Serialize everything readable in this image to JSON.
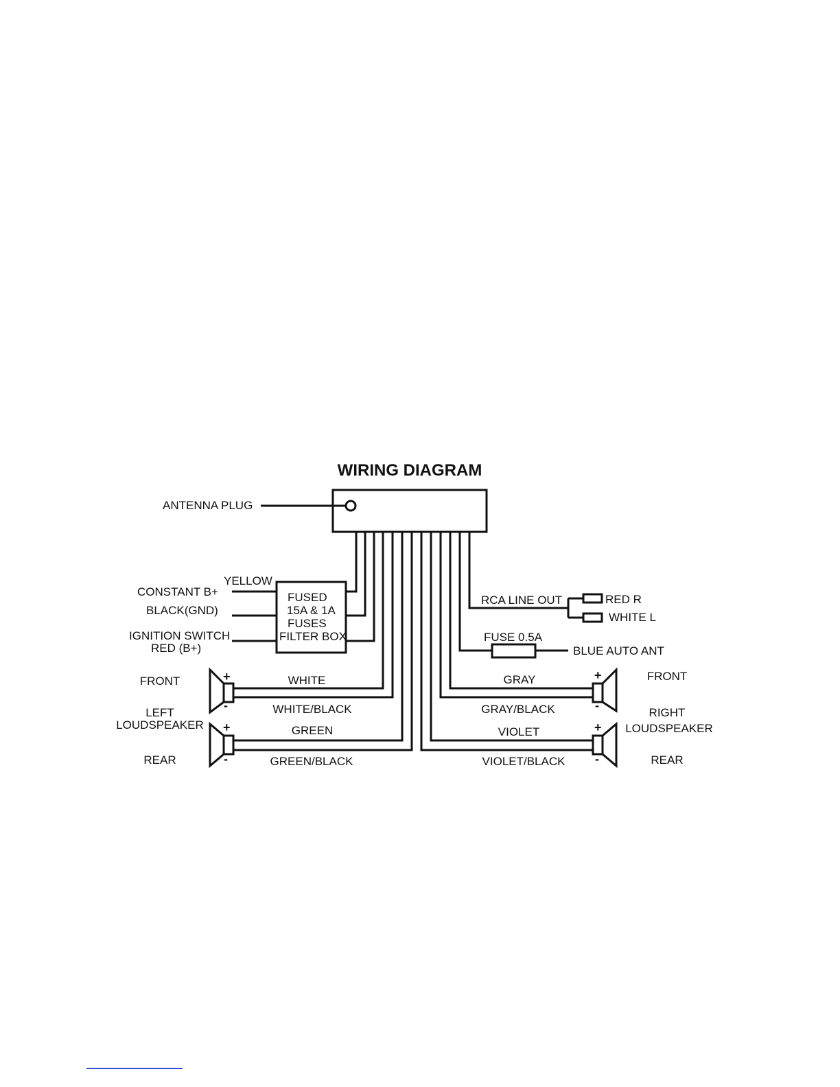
{
  "title": "WIRING DIAGRAM",
  "antenna_label": "ANTENNA PLUG",
  "fuse_box": {
    "line1": "FUSED",
    "line2": "15A & 1A",
    "line3": "FUSES",
    "line4": "FILTER BOX"
  },
  "left_inputs": {
    "yellow": "YELLOW",
    "constant": "CONSTANT B+",
    "black": "BLACK(GND)",
    "ignition": "IGNITION SWITCH",
    "red": "RED (B+)"
  },
  "rca": {
    "label": "RCA LINE OUT",
    "right": "RED R",
    "left": "WHITE  L"
  },
  "fuse_small": "FUSE 0.5A",
  "auto_ant": "BLUE AUTO ANT",
  "left_speakers": {
    "front": "FRONT",
    "left": "LEFT",
    "loudspeaker": "LOUDSPEAKER",
    "rear": "REAR",
    "front_pos": "WHITE",
    "front_neg": "WHITE/BLACK",
    "rear_pos": "GREEN",
    "rear_neg": "GREEN/BLACK"
  },
  "right_speakers": {
    "front": "FRONT",
    "right": "RIGHT",
    "loudspeaker": "LOUDSPEAKER",
    "rear": "REAR",
    "front_pos": "GRAY",
    "front_neg": "GRAY/BLACK",
    "rear_pos": "VIOLET",
    "rear_neg": "VIOLET/BLACK"
  },
  "polarity": {
    "plus": "+",
    "minus": "-"
  }
}
